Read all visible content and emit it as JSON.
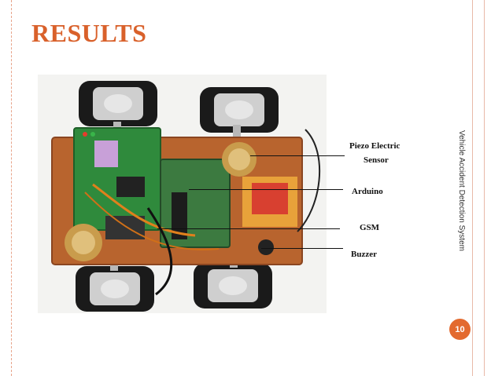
{
  "slide": {
    "title": "RESULTS",
    "side_text": "Vehicle Accident Detection System",
    "page_number": "10"
  },
  "labels": {
    "piezo_line1": "Piezo Electric",
    "piezo_line2": "Sensor",
    "arduino": "Arduino",
    "gsm": "GSM",
    "buzzer": "Buzzer"
  },
  "colors": {
    "title": "#d9612b",
    "accent": "#e36a2f",
    "border": "#e8a48a"
  }
}
